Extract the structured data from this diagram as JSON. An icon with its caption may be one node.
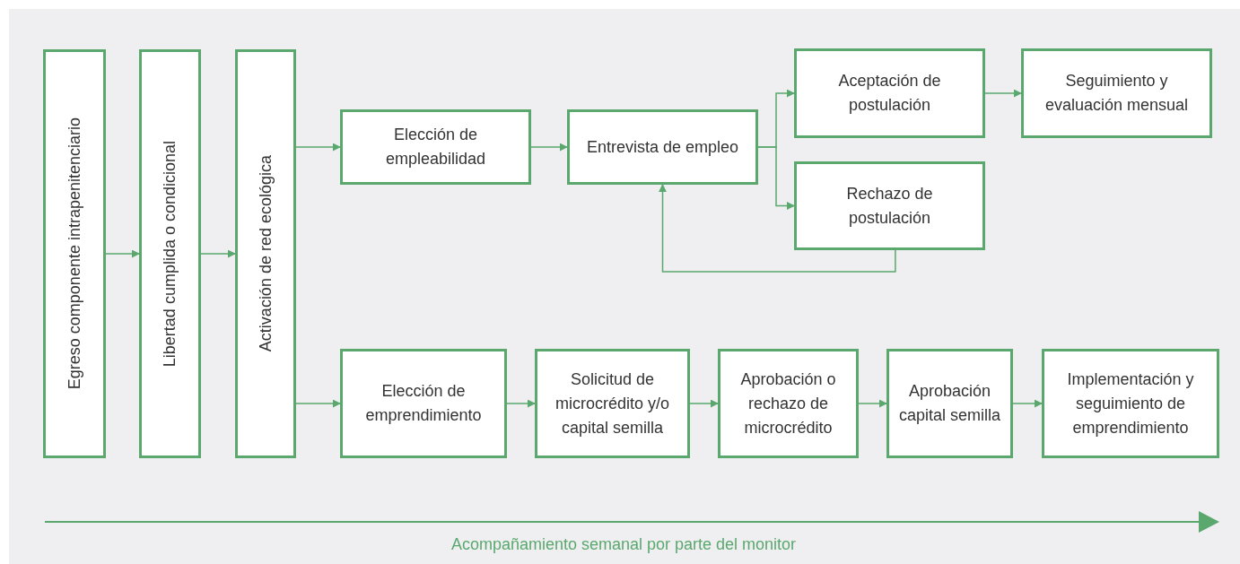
{
  "diagram": {
    "nodes": [
      {
        "text": [
          "Egreso componente intrapenitenciario"
        ]
      },
      {
        "text": [
          "Libertad cumplida o condicional"
        ]
      },
      {
        "text": [
          "Activación de red ecológica"
        ]
      },
      {
        "text": [
          "Elección de empleabilidad"
        ]
      },
      {
        "text": [
          "Entrevista de empleo"
        ]
      },
      {
        "text": [
          "Aceptación de postulación"
        ]
      },
      {
        "text": [
          "Seguimiento y evaluación mensual"
        ]
      },
      {
        "text": [
          "Rechazo de postulación"
        ]
      },
      {
        "text": [
          "Elección de emprendimiento"
        ]
      },
      {
        "text": [
          "Solicitud de microcrédito y/o capital semilla"
        ]
      },
      {
        "text": [
          "Aprobación o rechazo de microcrédito"
        ]
      },
      {
        "text": [
          "Aprobación capital semilla"
        ]
      },
      {
        "text": [
          "Implementación y seguimiento de emprendimiento"
        ]
      }
    ],
    "edges": [
      {
        "from": 0,
        "to": 1,
        "arrow": "to"
      },
      {
        "from": 1,
        "to": 2,
        "arrow": "to"
      },
      {
        "from": 2,
        "to": 3,
        "arrow": "to"
      },
      {
        "from": 2,
        "to": 8,
        "arrow": "to"
      },
      {
        "from": 3,
        "to": 4,
        "arrow": "to"
      },
      {
        "from": 4,
        "to": 5,
        "arrow": "to"
      },
      {
        "from": 4,
        "to": 7,
        "arrow": "to"
      },
      {
        "from": 5,
        "to": 6,
        "arrow": "to"
      },
      {
        "from": 7,
        "to": 4,
        "arrow": "to"
      },
      {
        "from": 8,
        "to": 9,
        "arrow": "to"
      },
      {
        "from": 9,
        "to": 10,
        "arrow": "to"
      },
      {
        "from": 10,
        "to": 11,
        "arrow": "to"
      },
      {
        "from": 11,
        "to": 12,
        "arrow": "to"
      }
    ],
    "labels": [
      "Acompañamiento semanal por parte del monitor"
    ]
  }
}
